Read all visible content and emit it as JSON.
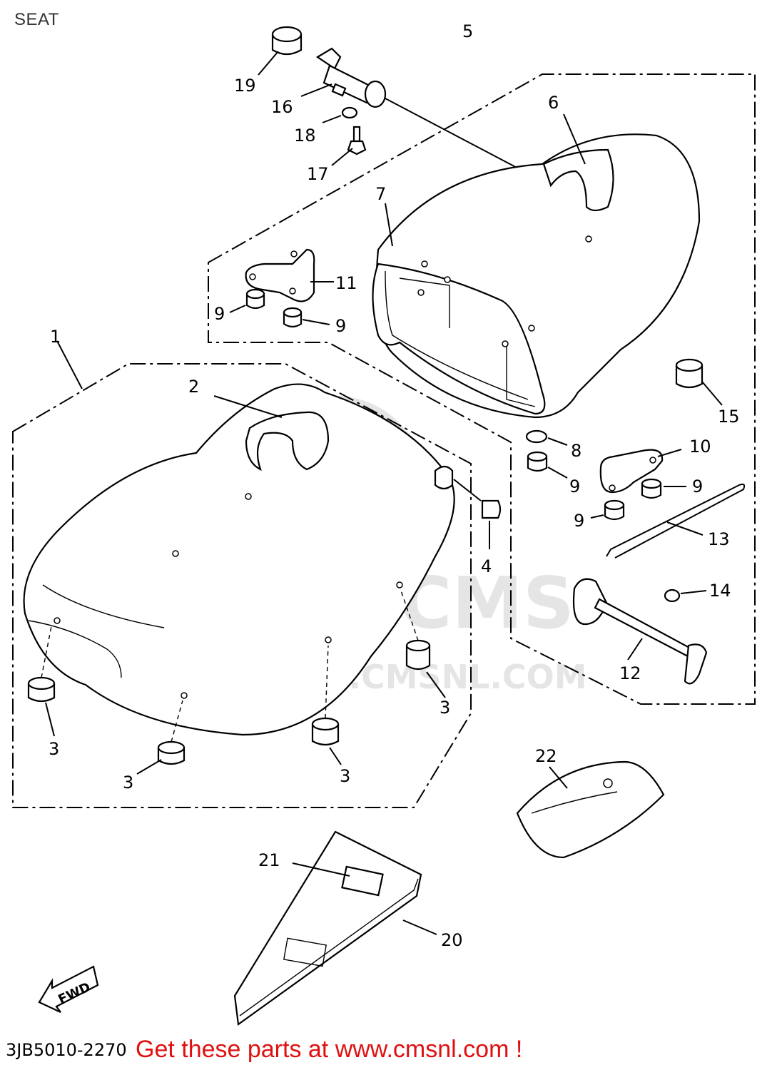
{
  "title": "SEAT",
  "diagram_code": "3JB5010-2270",
  "promo": "Get these parts at www.cmsnl.com !",
  "watermark": {
    "brand": "CMS",
    "url": "WWW.CMSNL.COM"
  },
  "fwd_label": "FWD",
  "callouts": {
    "c1": "1",
    "c2": "2",
    "c3a": "3",
    "c3b": "3",
    "c3c": "3",
    "c3d": "3",
    "c4": "4",
    "c5": "5",
    "c6": "6",
    "c7": "7",
    "c8": "8",
    "c9a": "9",
    "c9b": "9",
    "c9c": "9",
    "c9d": "9",
    "c9e": "9",
    "c10": "10",
    "c11": "11",
    "c12": "12",
    "c13": "13",
    "c14": "14",
    "c15": "15",
    "c16": "16",
    "c17": "17",
    "c18": "18",
    "c19": "19",
    "c20": "20",
    "c21": "21",
    "c22": "22"
  },
  "colors": {
    "promo": "#e01010",
    "ink": "#000000",
    "watermark": "#cfcfcf"
  }
}
